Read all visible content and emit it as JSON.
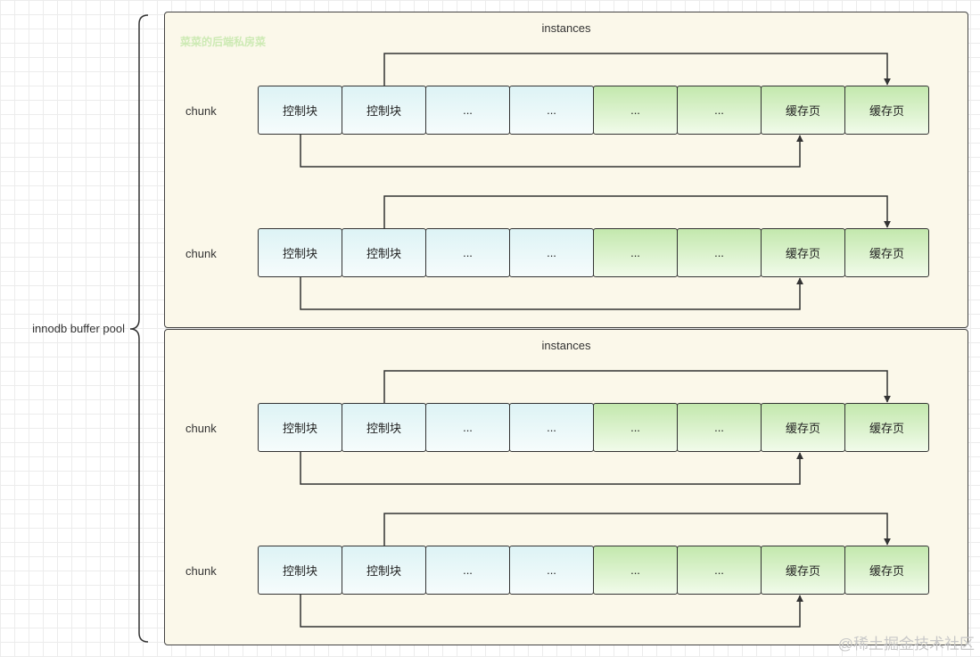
{
  "pool": {
    "label": "innodb buffer pool"
  },
  "note": "菜菜的后端私房菜",
  "footer": "@稀土掘金技术社区",
  "instances": [
    {
      "label": "instances",
      "chunks": [
        {
          "label": "chunk",
          "cells": [
            {
              "text": "控制块",
              "kind": "ctrl"
            },
            {
              "text": "控制块",
              "kind": "ctrl"
            },
            {
              "text": "...",
              "kind": "ctrl"
            },
            {
              "text": "...",
              "kind": "ctrl"
            },
            {
              "text": "...",
              "kind": "page"
            },
            {
              "text": "...",
              "kind": "page"
            },
            {
              "text": "缓存页",
              "kind": "page"
            },
            {
              "text": "缓存页",
              "kind": "page"
            }
          ]
        },
        {
          "label": "chunk",
          "cells": [
            {
              "text": "控制块",
              "kind": "ctrl"
            },
            {
              "text": "控制块",
              "kind": "ctrl"
            },
            {
              "text": "...",
              "kind": "ctrl"
            },
            {
              "text": "...",
              "kind": "ctrl"
            },
            {
              "text": "...",
              "kind": "page"
            },
            {
              "text": "...",
              "kind": "page"
            },
            {
              "text": "缓存页",
              "kind": "page"
            },
            {
              "text": "缓存页",
              "kind": "page"
            }
          ]
        }
      ]
    },
    {
      "label": "instances",
      "chunks": [
        {
          "label": "chunk",
          "cells": [
            {
              "text": "控制块",
              "kind": "ctrl"
            },
            {
              "text": "控制块",
              "kind": "ctrl"
            },
            {
              "text": "...",
              "kind": "ctrl"
            },
            {
              "text": "...",
              "kind": "ctrl"
            },
            {
              "text": "...",
              "kind": "page"
            },
            {
              "text": "...",
              "kind": "page"
            },
            {
              "text": "缓存页",
              "kind": "page"
            },
            {
              "text": "缓存页",
              "kind": "page"
            }
          ]
        },
        {
          "label": "chunk",
          "cells": [
            {
              "text": "控制块",
              "kind": "ctrl"
            },
            {
              "text": "控制块",
              "kind": "ctrl"
            },
            {
              "text": "...",
              "kind": "ctrl"
            },
            {
              "text": "...",
              "kind": "ctrl"
            },
            {
              "text": "...",
              "kind": "page"
            },
            {
              "text": "...",
              "kind": "page"
            },
            {
              "text": "缓存页",
              "kind": "page"
            },
            {
              "text": "缓存页",
              "kind": "page"
            }
          ]
        }
      ]
    }
  ]
}
